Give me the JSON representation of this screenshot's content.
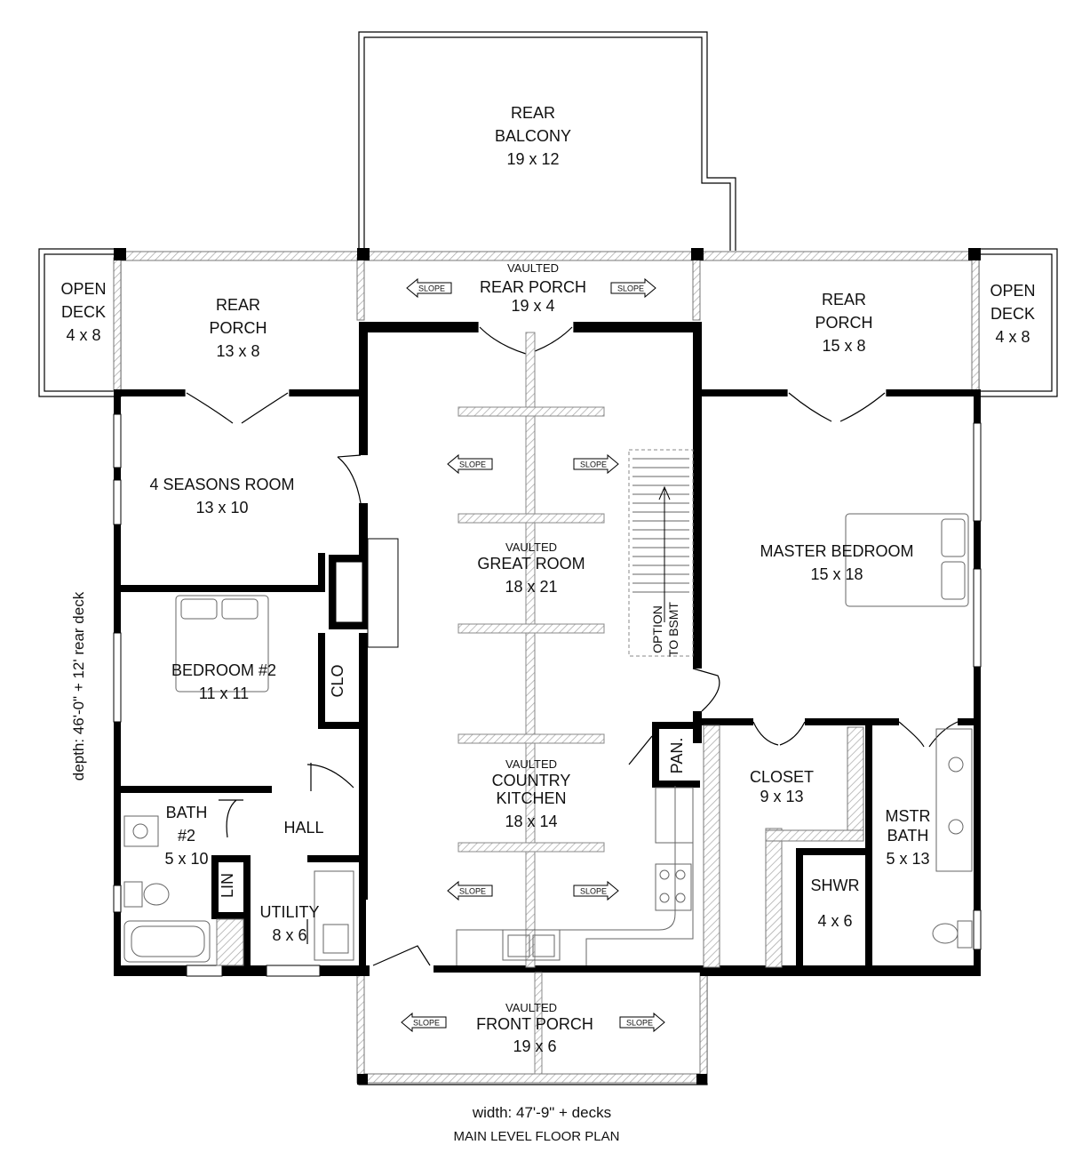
{
  "slope_label": "SLOPE",
  "rooms": {
    "rear_balcony": {
      "l1": "REAR",
      "l2": "BALCONY",
      "dims": "19 x 12"
    },
    "open_deck_left": {
      "l1": "OPEN",
      "l2": "DECK",
      "dims": "4 x 8"
    },
    "rear_porch_left": {
      "l1": "REAR",
      "l2": "PORCH",
      "dims": "13 x 8"
    },
    "vaulted_rear_porch": {
      "l1": "VAULTED",
      "l2": "REAR PORCH",
      "dims": "19 x 4"
    },
    "rear_porch_right": {
      "l1": "REAR",
      "l2": "PORCH",
      "dims": "15 x 8"
    },
    "open_deck_right": {
      "l1": "OPEN",
      "l2": "DECK",
      "dims": "4 x 8"
    },
    "four_seasons": {
      "l1": "4 SEASONS ROOM",
      "dims": "13 x 10"
    },
    "great_room": {
      "l1": "VAULTED",
      "l2": "GREAT ROOM",
      "dims": "18 x 21"
    },
    "master_bedroom": {
      "l1": "MASTER BEDROOM",
      "dims": "15 x 18"
    },
    "bedroom2": {
      "l1": "BEDROOM #2",
      "dims": "11 x 11"
    },
    "clo": "CLO",
    "stairs_option_l1": "OPTION",
    "stairs_option_l2": "TO BSMT",
    "country_kitchen": {
      "l1": "VAULTED",
      "l2": "COUNTRY",
      "l3": "KITCHEN",
      "dims": "18 x 14"
    },
    "pantry": "PAN.",
    "closet": {
      "l1": "CLOSET",
      "dims": "9 x 13"
    },
    "mstr_bath": {
      "l1": "MSTR",
      "l2": "BATH",
      "dims": "5 x 13"
    },
    "bath2": {
      "l1": "BATH",
      "l2": "#2",
      "dims": "5 x 10"
    },
    "hall": "HALL",
    "lin": "LIN",
    "utility": {
      "l1": "UTILITY",
      "dims": "8 x 6"
    },
    "shower": {
      "l1": "SHWR",
      "dims": "4 x 6"
    },
    "front_porch": {
      "l1": "VAULTED",
      "l2": "FRONT PORCH",
      "dims": "19 x 6"
    }
  },
  "captions": {
    "depth": "depth: 46'-0\" + 12' rear deck",
    "width": "width: 47'-9\" + decks",
    "title": "MAIN LEVEL FLOOR PLAN"
  }
}
